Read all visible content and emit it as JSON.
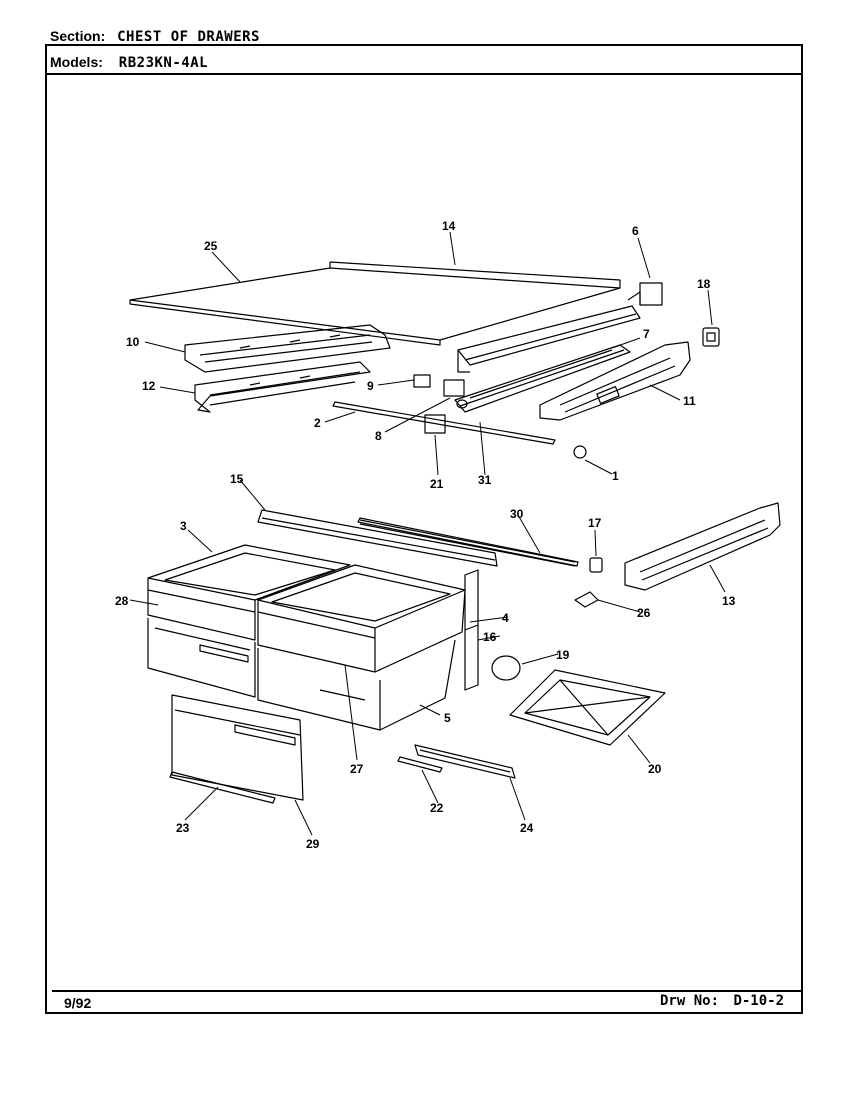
{
  "header": {
    "section_label": "Section:",
    "section_value": "CHEST OF DRAWERS",
    "models_label": "Models:",
    "models_value": "RB23KN-4AL"
  },
  "footer": {
    "date": "9/92",
    "drawing_label": "Drw No:",
    "drawing_number": "D-10-2"
  },
  "callouts": [
    "25",
    "14",
    "6",
    "18",
    "10",
    "7",
    "12",
    "9",
    "11",
    "2",
    "8",
    "1",
    "21",
    "31",
    "15",
    "30",
    "17",
    "3",
    "28",
    "4",
    "16",
    "13",
    "26",
    "19",
    "5",
    "27",
    "20",
    "22",
    "23",
    "29",
    "24"
  ]
}
